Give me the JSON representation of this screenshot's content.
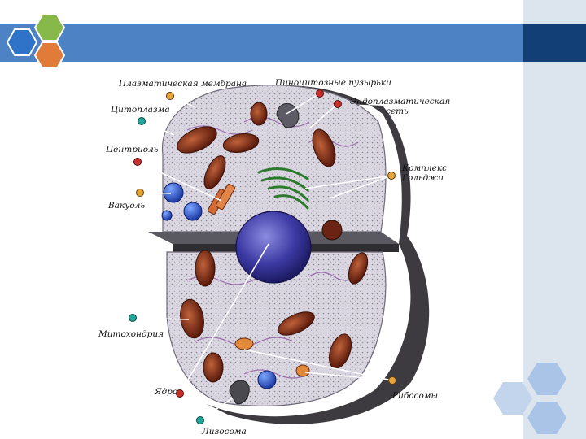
{
  "slide": {
    "accent_colors": {
      "band": "#4d82c4",
      "band_dark": "#123f75",
      "panel": "#dce4ee",
      "hex_blue": "#2f73c8",
      "hex_green": "#86b84a",
      "hex_orange": "#e07b39",
      "hex_light": "#a9c4e6"
    }
  },
  "diagram": {
    "labels": {
      "plasma_membrane": "Плазматическая мембрана",
      "pinocytic_vesicles": "Пиноцитозные пузырьки",
      "er_line1": "Эндоплазматическая",
      "er_line2": "сеть",
      "cytoplasm": "Цитоплазма",
      "centriole": "Центриоль",
      "golgi_line1": "Комплекс",
      "golgi_line2": "Гольджи",
      "vacuole": "Вакуоль",
      "mitochondria": "Митохондрия",
      "nucleus": "Ядро",
      "ribosomes": "Рибосомы",
      "lysosome": "Лизосома"
    }
  }
}
